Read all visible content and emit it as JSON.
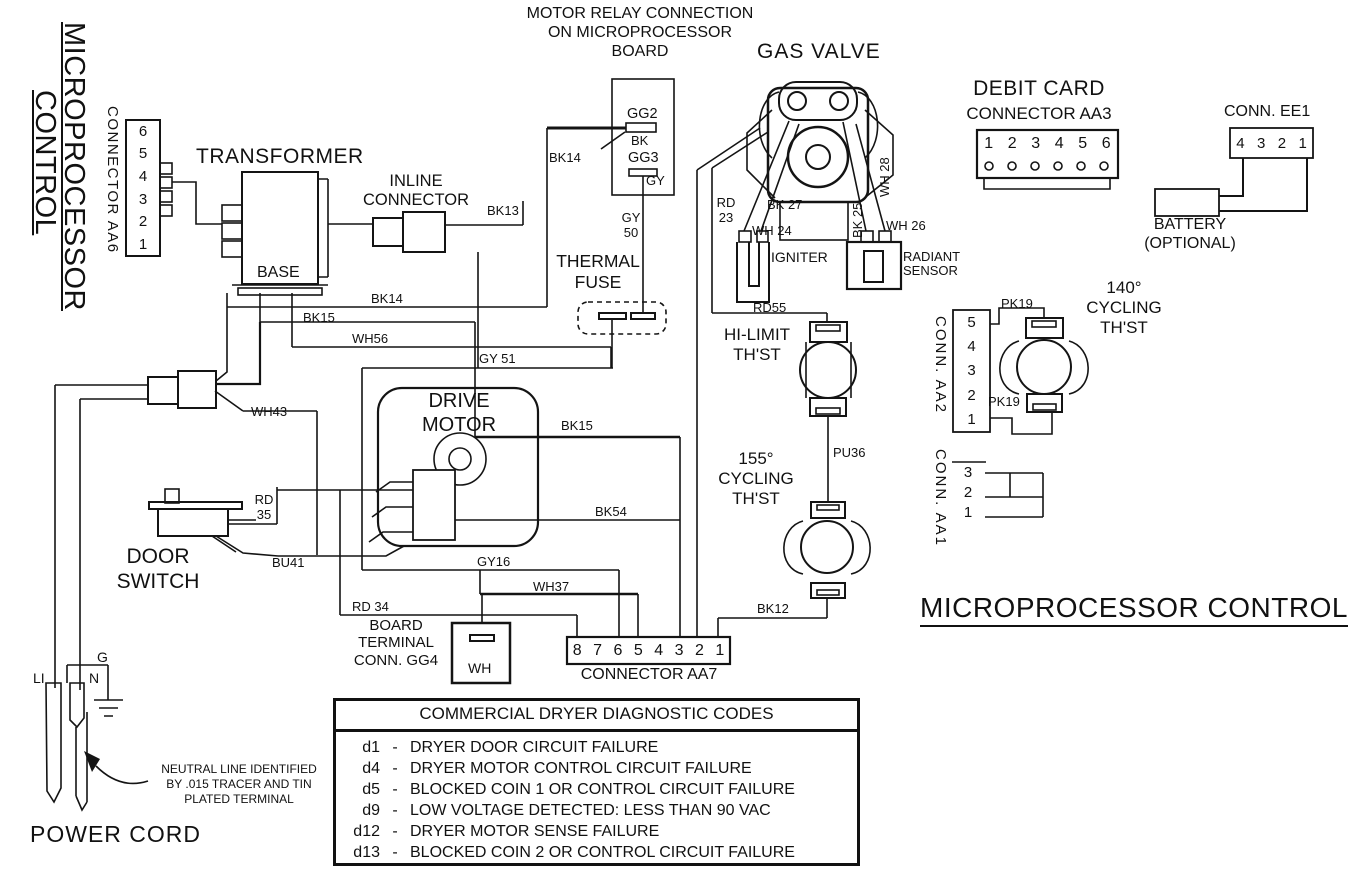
{
  "page": {
    "bg": "#ffffff",
    "ink": "#111111"
  },
  "left_panel": {
    "title_line1": "MICROPROCESSOR",
    "title_line2": "CONTROL",
    "connector_aa6_label": "CONNECTOR AA6",
    "aa6_pins": [
      "6",
      "5",
      "4",
      "3",
      "2",
      "1"
    ]
  },
  "components": {
    "transformer": "TRANSFORMER",
    "transformer_base": "BASE",
    "inline_connector_line1": "INLINE",
    "inline_connector_line2": "CONNECTOR",
    "motor_relay_line1": "MOTOR RELAY CONNECTION",
    "motor_relay_line2": "ON MICROPROCESSOR",
    "motor_relay_line3": "BOARD",
    "relay_gg2": "GG2",
    "relay_bk": "BK",
    "relay_gg3": "GG3",
    "relay_gy": "GY",
    "thermal_fuse_line1": "THERMAL",
    "thermal_fuse_line2": "FUSE",
    "gas_valve": "GAS VALVE",
    "igniter": "IGNITER",
    "radiant_line1": "RADIANT",
    "radiant_line2": "SENSOR",
    "hi_limit_line1": "HI-LIMIT",
    "hi_limit_line2": "TH'ST",
    "cy155_line1": "155°",
    "cy155_line2": "CYCLING",
    "cy155_line3": "TH'ST",
    "cy140_line1": "140°",
    "cy140_line2": "CYCLING",
    "cy140_line3": "TH'ST",
    "drive_line1": "DRIVE",
    "drive_line2": "MOTOR",
    "door_line1": "DOOR",
    "door_line2": "SWITCH",
    "power_cord": "POWER CORD",
    "li": "LI",
    "g": "G",
    "n": "N",
    "neutral_note_line1": "NEUTRAL LINE IDENTIFIED",
    "neutral_note_line2": "BY .015 TRACER AND TIN",
    "neutral_note_line3": "PLATED TERMINAL",
    "board_terminal_line1": "BOARD",
    "board_terminal_line2": "TERMINAL",
    "board_terminal_line3": "CONN. GG4",
    "board_terminal_wh": "WH",
    "battery_line1": "BATTERY",
    "battery_line2": "(OPTIONAL)"
  },
  "connectors": {
    "debit_title": "DEBIT CARD",
    "debit_sub": "CONNECTOR AA3",
    "debit_pins": [
      "1",
      "2",
      "3",
      "4",
      "5",
      "6"
    ],
    "ee1_label": "CONN. EE1",
    "ee1_pins": [
      "4",
      "3",
      "2",
      "1"
    ],
    "aa2_label": "CONN. AA2",
    "aa2_pins": [
      "5",
      "4",
      "3",
      "2",
      "1"
    ],
    "aa1_label": "CONN. AA1",
    "aa1_pins": [
      "3",
      "2",
      "1"
    ],
    "aa7_label": "CONNECTOR AA7",
    "aa7_pins": [
      "8",
      "7",
      "6",
      "5",
      "4",
      "3",
      "2",
      "1"
    ]
  },
  "wires": {
    "bk13": "BK13",
    "bk14_a": "BK14",
    "bk14_b": "BK14",
    "bk15_a": "BK15",
    "bk15_b": "BK15",
    "wh56": "WH56",
    "gy50_l1": "GY",
    "gy50_l2": "50",
    "gy51": "GY 51",
    "wh43": "WH43",
    "rd35_l1": "RD",
    "rd35_l2": "35",
    "bu41": "BU41",
    "bk54": "BK54",
    "gy16": "GY16",
    "wh37": "WH37",
    "rd34": "RD 34",
    "rd55": "RD55",
    "pu36": "PU36",
    "bk12": "BK12",
    "rd23_l1": "RD",
    "rd23_l2": "23",
    "wh24": "WH 24",
    "bk27": "BK 27",
    "bk25": "BK 25",
    "wh26": "WH 26",
    "wh28": "WH 28",
    "pk19_a": "PK19",
    "pk19_b": "PK19"
  },
  "diagnostics": {
    "title": "COMMERCIAL DRYER DIAGNOSTIC CODES",
    "rows": [
      {
        "code": "d1",
        "dash": "-",
        "desc": "DRYER DOOR CIRCUIT FAILURE"
      },
      {
        "code": "d4",
        "dash": "-",
        "desc": "DRYER MOTOR CONTROL CIRCUIT FAILURE"
      },
      {
        "code": "d5",
        "dash": "-",
        "desc": "BLOCKED COIN 1 OR CONTROL CIRCUIT FAILURE"
      },
      {
        "code": "d9",
        "dash": "-",
        "desc": "LOW VOLTAGE DETECTED: LESS THAN 90 VAC"
      },
      {
        "code": "d12",
        "dash": "-",
        "desc": "DRYER MOTOR SENSE FAILURE"
      },
      {
        "code": "d13",
        "dash": "-",
        "desc": "BLOCKED COIN 2 OR CONTROL CIRCUIT FAILURE"
      }
    ]
  },
  "footer_title": "MICROPROCESSOR CONTROL"
}
